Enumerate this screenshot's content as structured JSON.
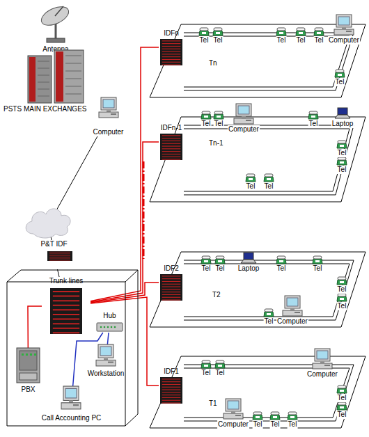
{
  "diagram": {
    "nodes": [
      {
        "text": [
          "Antenna"
        ]
      },
      {
        "text": [
          "PSTS MAIN EXCHANGES"
        ]
      },
      {
        "text": [
          "Computer"
        ]
      },
      {
        "text": [
          "Tn"
        ]
      },
      {
        "text": [
          "IDFn"
        ]
      },
      {
        "text": [
          "Tn-1"
        ]
      },
      {
        "text": [
          "IDFn-1"
        ]
      },
      {
        "text": [
          "T2"
        ]
      },
      {
        "text": [
          "IDF2"
        ]
      },
      {
        "text": [
          "T1"
        ]
      },
      {
        "text": [
          "IDF1"
        ]
      },
      {
        "text": [
          "P&T IDF"
        ]
      },
      {
        "text": [
          "Trunk lines"
        ]
      },
      {
        "text": [
          "Hub"
        ]
      },
      {
        "text": [
          "PBX"
        ]
      },
      {
        "text": [
          "Workstation"
        ]
      },
      {
        "text": [
          "Call Accounting PC"
        ]
      }
    ],
    "edges": [
      {
        "from": 2,
        "to": 11,
        "arrow": "none"
      },
      {
        "from": 11,
        "to": 12,
        "arrow": "none"
      },
      {
        "from": 12,
        "to": 14,
        "arrow": "none"
      },
      {
        "from": 12,
        "to": 4,
        "arrow": "none"
      },
      {
        "from": 12,
        "to": 6,
        "arrow": "none"
      },
      {
        "from": 12,
        "to": 8,
        "arrow": "none"
      },
      {
        "from": 12,
        "to": 10,
        "arrow": "none"
      },
      {
        "from": 13,
        "to": 15,
        "arrow": "none"
      },
      {
        "from": 13,
        "to": 16,
        "arrow": "none"
      }
    ],
    "labels": [
      "Tel",
      "Tel",
      "Tel",
      "Tel",
      "Tel",
      "Computer",
      "Tel",
      "Tel",
      "Tel",
      "Computer",
      "Tel",
      "Laptop",
      "Tel",
      "Tel",
      "Tel",
      "Tel",
      "Tel",
      "Tel",
      "Laptop",
      "Tel",
      "Tel",
      "Tel",
      "Tel",
      "Tel",
      "Computer",
      "Tel",
      "Tel",
      "Computer",
      "Tel",
      "Tel",
      "Computer",
      "Tel",
      "Tel",
      "Tel"
    ]
  }
}
